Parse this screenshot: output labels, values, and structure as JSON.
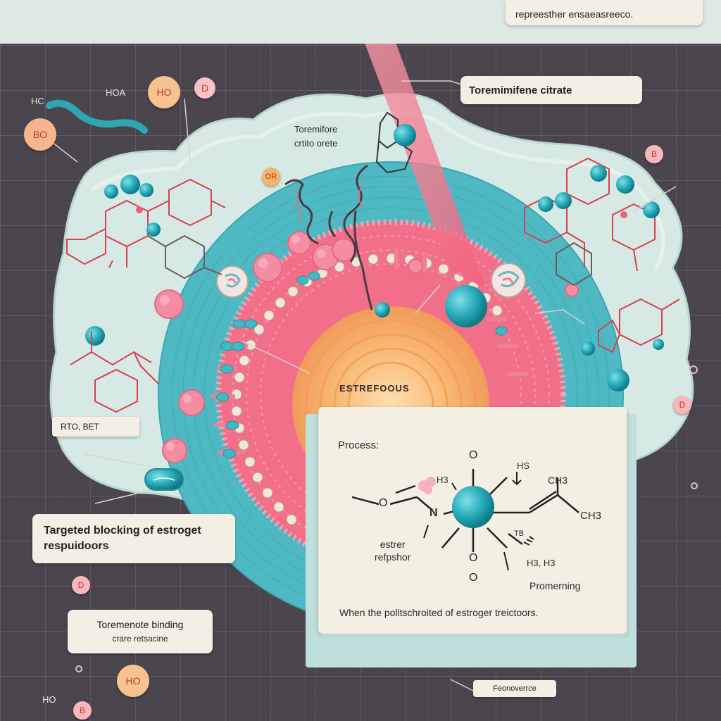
{
  "top_note": "repreesther ensaeasreeco.",
  "labels": {
    "toremimifene_citrate": "Toremimifene citrate",
    "toremifore_l1": "Toremifore",
    "toremifore_l2": "crtito orete",
    "esterfoous": "ESTREFOOUS",
    "rtos_bet": "RTO, BET",
    "targeted_l1": "Targeted blocking of estroget",
    "targeted_l2": "respuidoors",
    "toremenote_l1": "Toremenote binding",
    "toremenote_l2": "crare retsacine",
    "feonovenrce": "Feonoverrce",
    "hc_top": "HC",
    "hoa": "HOA",
    "ho_bottom": "HO"
  },
  "chips": {
    "ho_top": "HO",
    "b_top": "D",
    "bo_left": "BO",
    "or": "OR",
    "b_right": "B",
    "b_right2": "D",
    "b_left": "D",
    "ho_bottom": "HO",
    "b_bottom": "B"
  },
  "process": {
    "title": "Process:",
    "h3": "H3",
    "hs": "HS",
    "ch3_top": "CH3",
    "ch3_right": "CH3",
    "n": "N",
    "o_left": "O",
    "o_top": "O",
    "o_bottom": "O",
    "tb": "TB",
    "estrer_l1": "estrer",
    "estrer_l2": "refpshor",
    "h3h3": "H3, H3",
    "promerning": "Promerning",
    "footer": "When the politschroited of estroger treictoors."
  },
  "colors": {
    "background": "#4a454c",
    "grid": "#6c666e",
    "cell": "#d9ebe6",
    "teal": "#39b4c2",
    "pink": "#f27893",
    "orange": "#f6b27c",
    "panel": "#f3efe3"
  }
}
